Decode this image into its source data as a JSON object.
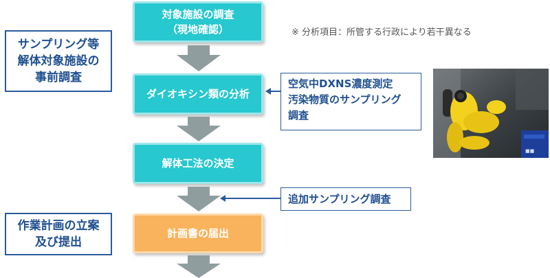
{
  "left_labels": [
    {
      "text": "サンプリング等\n解体対象施設の\n事前調査"
    },
    {
      "text": "作業計画の立案\n及び提出"
    }
  ],
  "steps": [
    {
      "text": "対象施設の調査\n（現地確認）",
      "color": "#27c8cf"
    },
    {
      "text": "ダイオキシン類の分析",
      "color": "#27c8cf"
    },
    {
      "text": "解体工法の決定",
      "color": "#27c8cf"
    },
    {
      "text": "計画書の届出",
      "color": "#f9b35c"
    }
  ],
  "note": "※ 分析項目：所管する行政により若干異なる",
  "side_notes": [
    {
      "text": "空気中DXNS濃度測定\n汚染物質のサンプリング\n調査"
    },
    {
      "text": "追加サンプリング調査"
    }
  ],
  "colors": {
    "accent_blue": "#2a5a9c",
    "arrow_gray": "#8f9d9f",
    "teal": "#27c8cf",
    "orange": "#f9b35c"
  }
}
